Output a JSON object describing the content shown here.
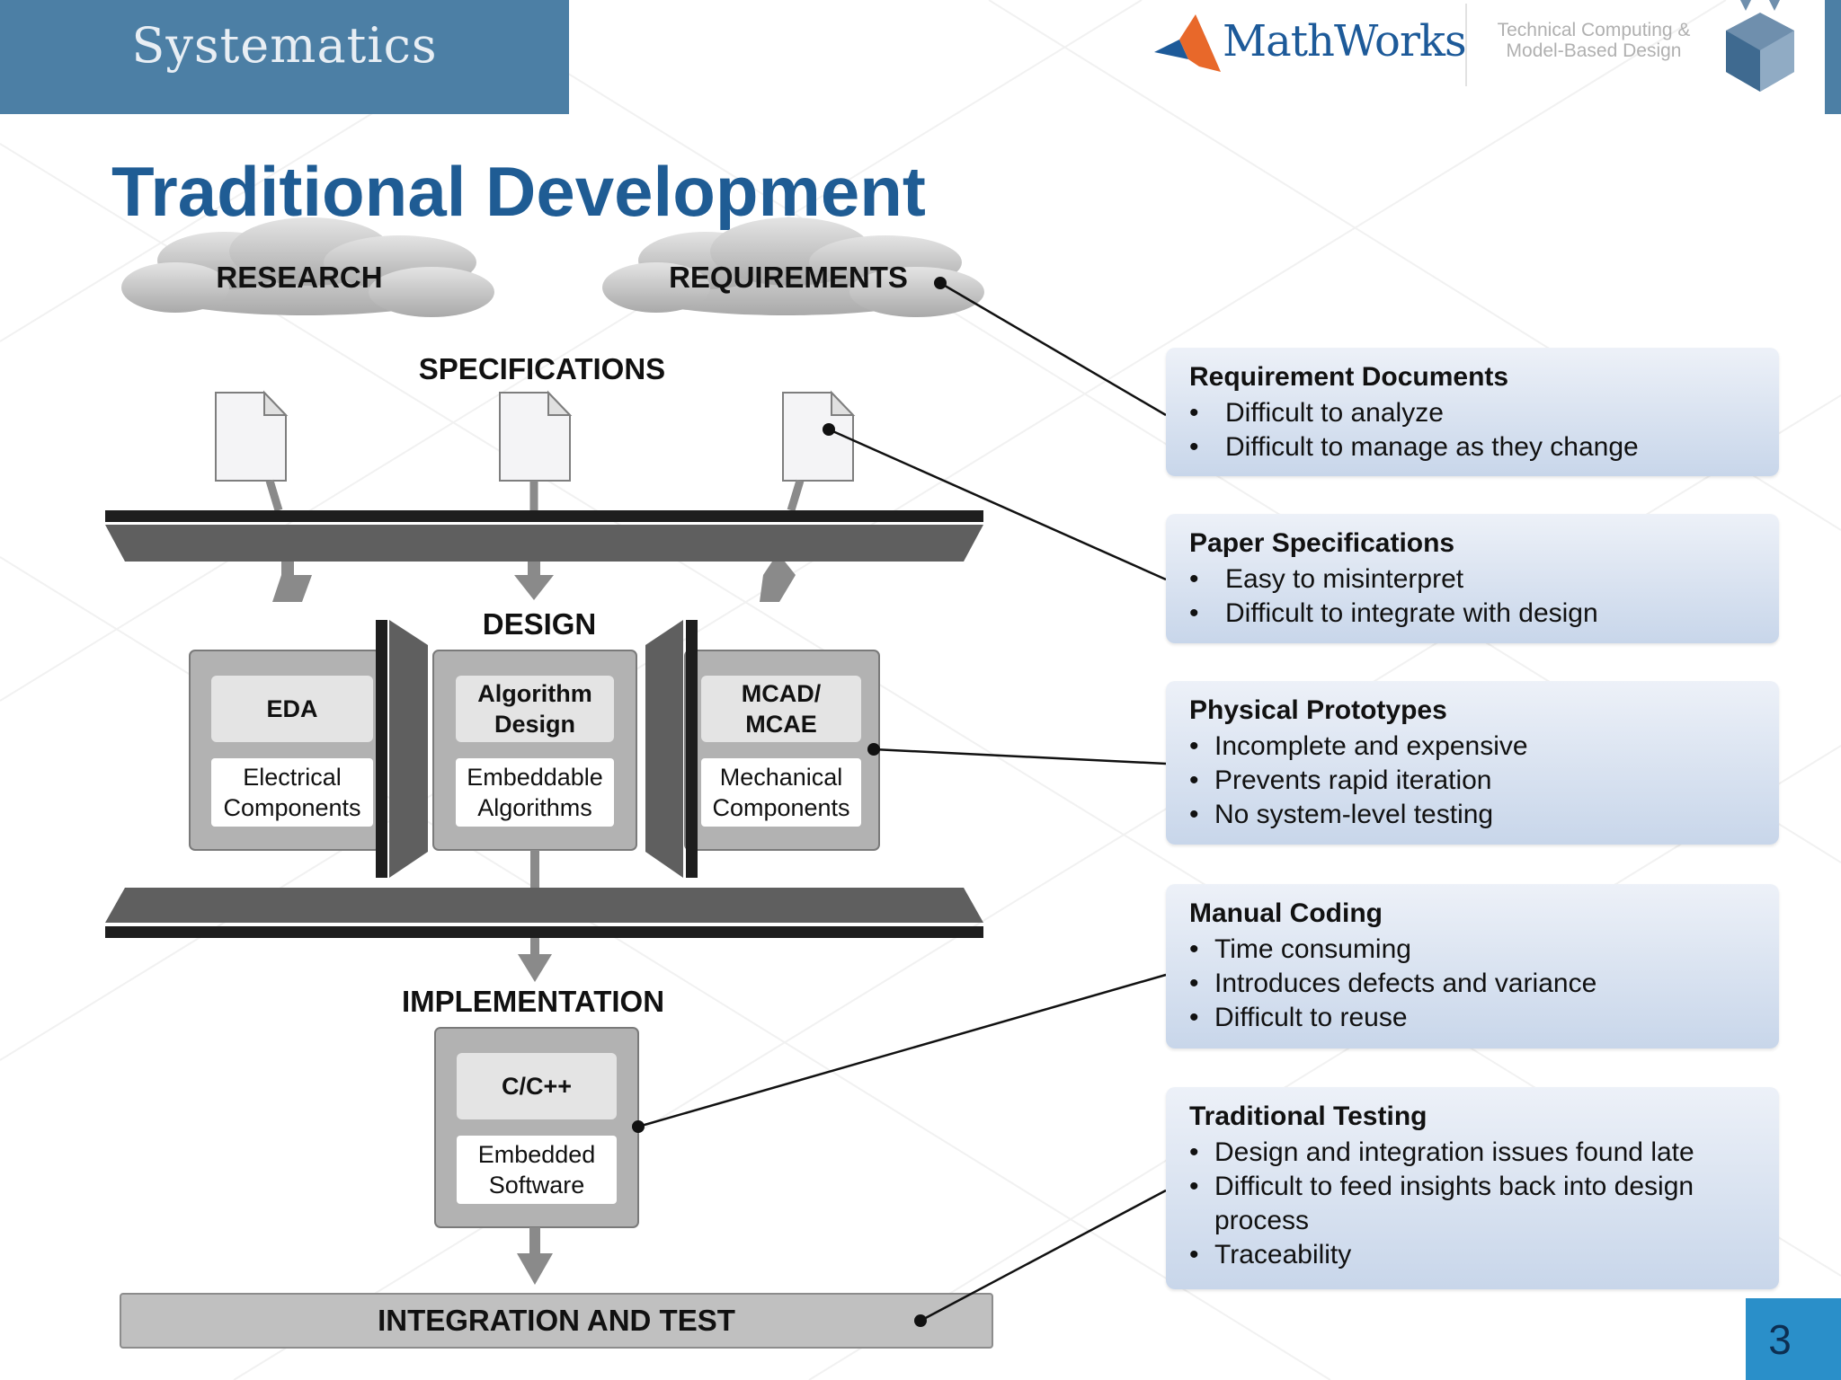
{
  "header": {
    "brand": "Systematics",
    "partner": "MathWorks",
    "tagline": [
      "Technical Computing &",
      "Model-Based Design"
    ]
  },
  "title": "Traditional Development",
  "diagram": {
    "clouds": [
      "RESEARCH",
      "REQUIREMENTS"
    ],
    "specifications_label": "SPECIFICATIONS",
    "design_label": "DESIGN",
    "design_boxes": [
      {
        "title": "EDA",
        "subtitle": "Electrical Components"
      },
      {
        "title": "Algorithm Design",
        "subtitle": "Embeddable Algorithms"
      },
      {
        "title": "MCAD/ MCAE",
        "subtitle": "Mechanical Components"
      }
    ],
    "implementation_label": "IMPLEMENTATION",
    "implementation_box": {
      "title": "C/C++",
      "subtitle": "Embedded Software"
    },
    "integration_label": "INTEGRATION AND TEST"
  },
  "callouts": [
    {
      "heading": "Requirement Documents",
      "items": [
        "Difficult to analyze",
        "Difficult to manage as they change"
      ]
    },
    {
      "heading": "Paper Specifications",
      "items": [
        "Easy to misinterpret",
        "Difficult to integrate with design"
      ]
    },
    {
      "heading": "Physical Prototypes",
      "items": [
        "Incomplete and expensive",
        "Prevents rapid iteration",
        "No system-level testing"
      ]
    },
    {
      "heading": "Manual Coding",
      "items": [
        "Time consuming",
        "Introduces defects and variance",
        "Difficult to reuse"
      ]
    },
    {
      "heading": "Traditional Testing",
      "items": [
        "Design and integration issues found late",
        "Difficult to feed insights back into design process",
        "Traceability"
      ]
    }
  ],
  "page_number": "3",
  "colors": {
    "title": "#1f5c94",
    "brand_bar": "#4c7fa5",
    "callout_bg": "#d3ddeb",
    "page_box": "#2a8fc9"
  }
}
